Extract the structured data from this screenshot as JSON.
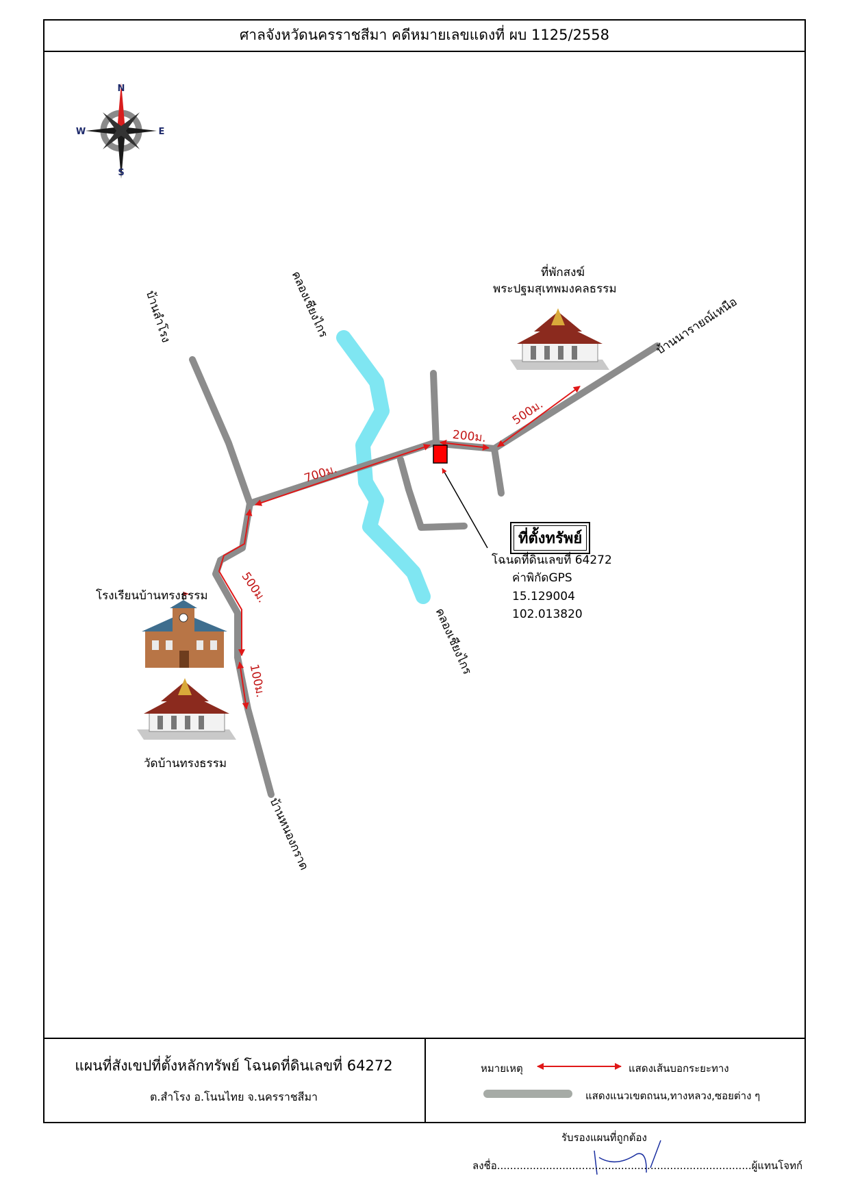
{
  "header": {
    "title": "ศาลจังหวัดนครราชสีมา คดีหมายเลขแดงที่ ผบ 1125/2558"
  },
  "compass": {
    "n": "N",
    "s": "S",
    "e": "E",
    "w": "W"
  },
  "places": {
    "ban_lamrong": "บ้านลำโรง",
    "canal_top": "คลองเชียงไกร",
    "canal_bottom": "คลองเชียงไกร",
    "monk_house_line1": "ที่พักสงฆ์",
    "monk_house_line2": "พระปฐมสุเทพมงคลธรรม",
    "ban_narai_nuea": "บ้านนารายณ์เหนือ",
    "school": "โรงเรียนบ้านทรงธรรม",
    "temple": "วัดบ้านทรงธรรม",
    "ban_nong_krat": "บ้านหนองกราด"
  },
  "distances": {
    "d700": "700ม.",
    "d200": "200ม.",
    "d500_east": "500ม.",
    "d500_south": "500ม.",
    "d100": "100ม."
  },
  "property": {
    "title": "ที่ตั้งทรัพย์",
    "deed": "โฉนดที่ดินเลขที่ 64272",
    "gps_label": "ค่าพิกัดGPS",
    "lat": "15.129004",
    "lon": "102.013820"
  },
  "footer": {
    "title": "แผนที่สังเขปที่ตั้งหลักทรัพย์ โฉนดที่ดินเลขที่ 64272",
    "subtitle": "ต.สำโรง  อ.โนนไทย  จ.นครราชสีมา",
    "legend_label": "หมายเหตุ",
    "legend_arrow": "แสดงเส้นบอกระยะทาง",
    "legend_road": "แสดงแนวเขตถนน,ทางหลวง,ซอยต่าง ๆ"
  },
  "signature": {
    "certify": "รับรองแผนที่ถูกต้อง",
    "sign_prefix": "ลงชื่อ",
    "sign_suffix": "ผู้แทนโจทก์"
  },
  "colors": {
    "road": "#8c8c8c",
    "canal": "#7fe6f2",
    "arrow": "#e01818",
    "property_marker": "#ff0000",
    "legend_road": "#a6aba6"
  },
  "icons": {
    "compass": "compass-rose-icon",
    "temple": "temple-icon",
    "school": "school-building-icon"
  }
}
